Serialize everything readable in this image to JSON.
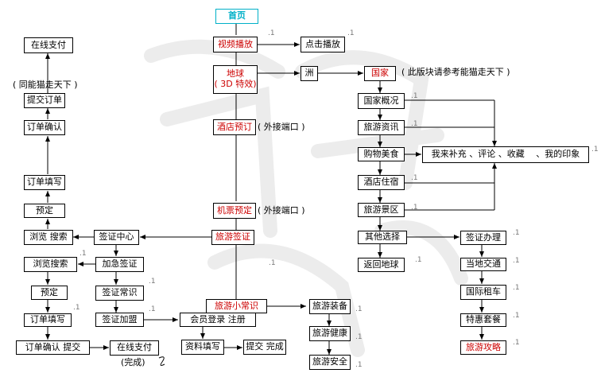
{
  "nodes": {
    "home": "首页",
    "video": "视频播放",
    "play": "点击播放",
    "earth_line1": "地球",
    "earth_line2": "( 3D 特效)",
    "continent": "洲",
    "country": "国家",
    "country_note": "( 此版块请参考能猫走天下 )",
    "overview": "国家概况",
    "travel_info": "旅游资讯",
    "shopping": "购物美食",
    "supplement": "我来补充 、评论 、收藏　 、我的印象",
    "hotel_stay": "酒店住宿",
    "scenic": "旅游景区",
    "other": "其他选择",
    "back_earth": "返回地球",
    "visa_apply": "签证办理",
    "local_traffic": "当地交通",
    "intl_car": "国际租车",
    "special_meal": "特惠套餐",
    "guide": "旅游攻略",
    "hotel_booking": "酒店预订",
    "hotel_booking_note": "( 外接端口 )",
    "ticket_booking": "机票预定",
    "ticket_booking_note": "( 外接端口 )",
    "travel_visa": "旅游签证",
    "visa_center": "签证中心",
    "urgent_visa": "加急签证",
    "visa_common": "签证常识",
    "visa_join": "签证加盟",
    "tips": "旅游小常识",
    "equipment": "旅游装备",
    "health": "旅游健康",
    "safety": "旅游安全",
    "member": "会员登录 注册",
    "fill_info": "资料填写",
    "submit_done": "提交 完成",
    "online_pay_top": "在线支付",
    "same_as_panda": "( 同能猫走天下 )",
    "submit_order": "提交订单",
    "order_confirm": "订单确认",
    "order_fill_top": "订单填写",
    "reserve_top": "预定",
    "browse_search_1": "浏览 搜索",
    "browse_search_2": "浏览搜索",
    "reserve_2": "预定",
    "order_fill_2": "订单填写",
    "order_confirm_submit": "订单确认 提交",
    "online_pay_bottom": "在线支付",
    "done_note": "(完成)",
    "tick_mark": ".1"
  },
  "colors": {
    "line": "#000000",
    "red_text": "#cc0000",
    "cyan_text": "#00b0c8",
    "watermark": "#e6e6e6"
  }
}
